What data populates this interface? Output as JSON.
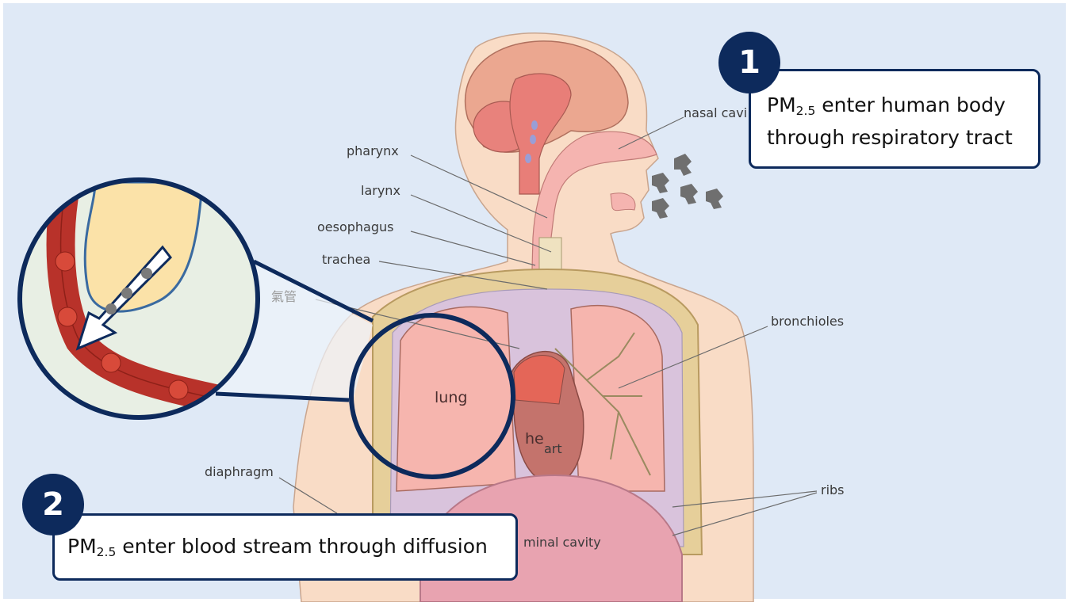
{
  "labels": {
    "nasal_cavity": "nasal cavi",
    "pharynx": "pharynx",
    "larynx": "larynx",
    "oesophagus": "oesophagus",
    "trachea": "trachea",
    "trachea_chinese": "氣管",
    "bronchioles": "bronchioles",
    "lung": "lung",
    "heart_part1": "he",
    "heart_part2": "art",
    "diaphragm": "diaphragm",
    "ribs": "ribs",
    "abdominal_cavity": "minal cavity"
  },
  "callouts": [
    {
      "number": "1",
      "prefix": "PM",
      "subscript": "2.5",
      "line1_rest": " enter human body",
      "line2": "through respiratory tract"
    },
    {
      "number": "2",
      "prefix": "PM",
      "subscript": "2.5",
      "rest": " enter blood stream through diffusion"
    }
  ],
  "colors": {
    "background": "#dfe9f6",
    "navy": "#0d2a5c",
    "skin": "#f9dcc6",
    "lung": "#f6b5ae",
    "heart": "#c4736c",
    "blood_vessel": "#b8322a",
    "alveolus": "#fbe2a8",
    "particle": "#6f6f6f"
  }
}
